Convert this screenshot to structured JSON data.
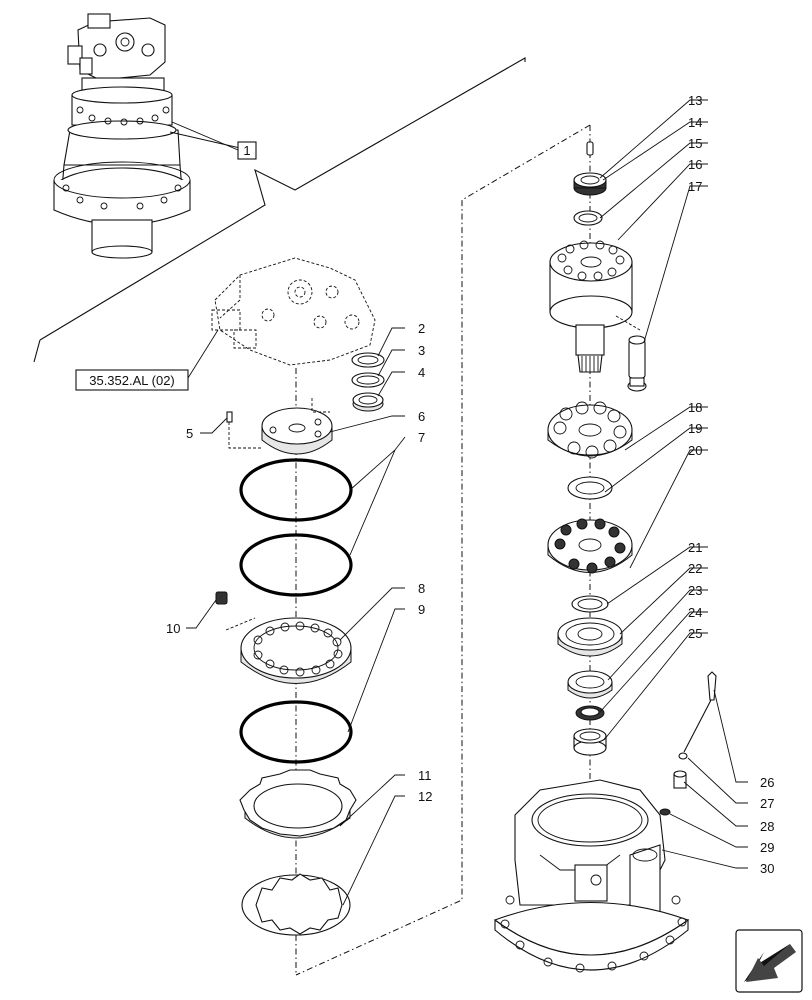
{
  "callouts": [
    {
      "id": "13",
      "label": "13"
    },
    {
      "id": "14",
      "label": "14"
    },
    {
      "id": "15",
      "label": "15"
    },
    {
      "id": "16",
      "label": "16"
    },
    {
      "id": "17",
      "label": "17"
    },
    {
      "id": "2",
      "label": "2"
    },
    {
      "id": "3",
      "label": "3"
    },
    {
      "id": "4",
      "label": "4"
    },
    {
      "id": "5",
      "label": "5"
    },
    {
      "id": "6",
      "label": "6"
    },
    {
      "id": "7",
      "label": "7"
    },
    {
      "id": "18",
      "label": "18"
    },
    {
      "id": "19",
      "label": "19"
    },
    {
      "id": "20",
      "label": "20"
    },
    {
      "id": "21",
      "label": "21"
    },
    {
      "id": "22",
      "label": "22"
    },
    {
      "id": "23",
      "label": "23"
    },
    {
      "id": "24",
      "label": "24"
    },
    {
      "id": "25",
      "label": "25"
    },
    {
      "id": "8",
      "label": "8"
    },
    {
      "id": "9",
      "label": "9"
    },
    {
      "id": "10",
      "label": "10"
    },
    {
      "id": "11",
      "label": "11"
    },
    {
      "id": "12",
      "label": "12"
    },
    {
      "id": "26",
      "label": "26"
    },
    {
      "id": "27",
      "label": "27"
    },
    {
      "id": "28",
      "label": "28"
    },
    {
      "id": "29",
      "label": "29"
    },
    {
      "id": "30",
      "label": "30"
    }
  ],
  "references": {
    "assembly_ref": "1",
    "valve_ref": "35.352.AL (02)"
  },
  "nav_icon": "arrow-down-left-icon"
}
